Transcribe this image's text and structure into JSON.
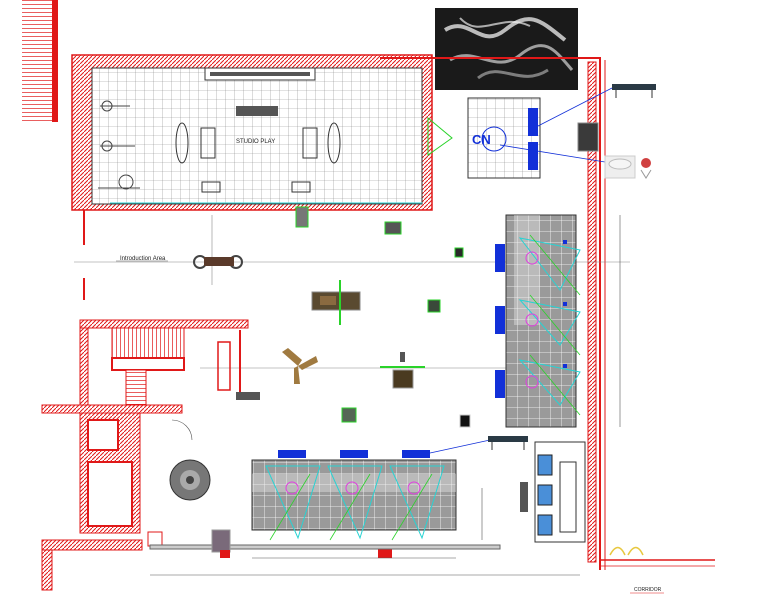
{
  "labels": {
    "studio_play": "STUDIO PLAY",
    "intro_area": "Introduction Area",
    "corridor": "CORRIDOR"
  },
  "colors": {
    "wall_red": "#e01818",
    "grid_gray": "#8a8a8a",
    "grid_fill": "#9a9a9a",
    "cyan": "#27d3d3",
    "green": "#2ad32a",
    "magenta": "#e040e0",
    "blue": "#1230d8",
    "light_blue": "#4a8fd8"
  },
  "icons": [
    "smoke-photo",
    "sofa-icon",
    "table-icon",
    "chair-icon",
    "speaker-icon",
    "fan-icon",
    "carpet-icon"
  ]
}
